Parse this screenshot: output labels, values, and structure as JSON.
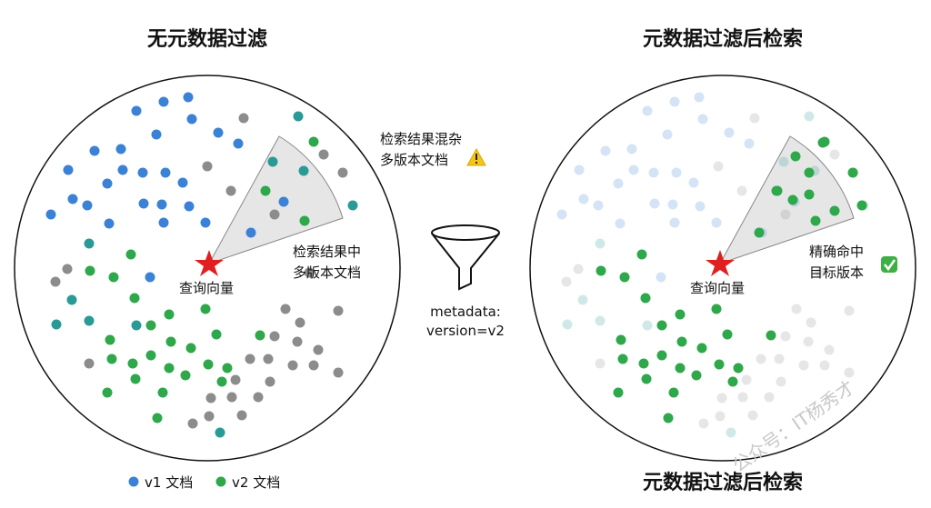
{
  "left_panel": {
    "title": "无元数据过滤",
    "query_label": "查询向量",
    "sector_label_line1": "检索结果中",
    "sector_label_line2": "多版本文档",
    "callout_line1": "检索结果混杂",
    "callout_line2": "多版本文档",
    "callout_icon": "warning-icon"
  },
  "filter": {
    "icon": "funnel-icon",
    "label_line1": "metadata:",
    "label_line2": "version=v2"
  },
  "right_panel": {
    "title": "元数据过滤后检索",
    "query_label": "查询向量",
    "hit_line1": "精确命中",
    "hit_line2": "目标版本",
    "hit_icon": "check-icon",
    "bottom_title": "元数据过滤后检索"
  },
  "legend": [
    {
      "label": "v1 文档",
      "color": "#3b82d6"
    },
    {
      "label": "v2 文档",
      "color": "#2ea84a"
    }
  ],
  "colors": {
    "v1": "#3b82d6",
    "v2": "#2ea84a",
    "other": "#8c8c8c",
    "mixed": "#2a9a96",
    "query": "#e02020"
  },
  "watermark": "公众号：IT杨秀才"
}
